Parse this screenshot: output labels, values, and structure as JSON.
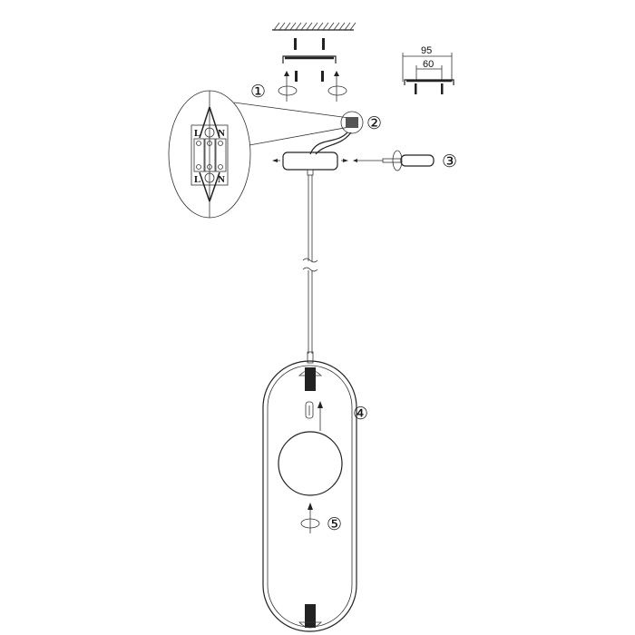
{
  "steps": {
    "s1": "①",
    "s2": "②",
    "s3": "③",
    "s4": "④",
    "s5": "⑤"
  },
  "dimensions": {
    "outer": "95",
    "inner": "60"
  },
  "terminal": {
    "top_left": "L",
    "top_right": "N",
    "bottom_left": "L",
    "bottom_right": "N"
  }
}
